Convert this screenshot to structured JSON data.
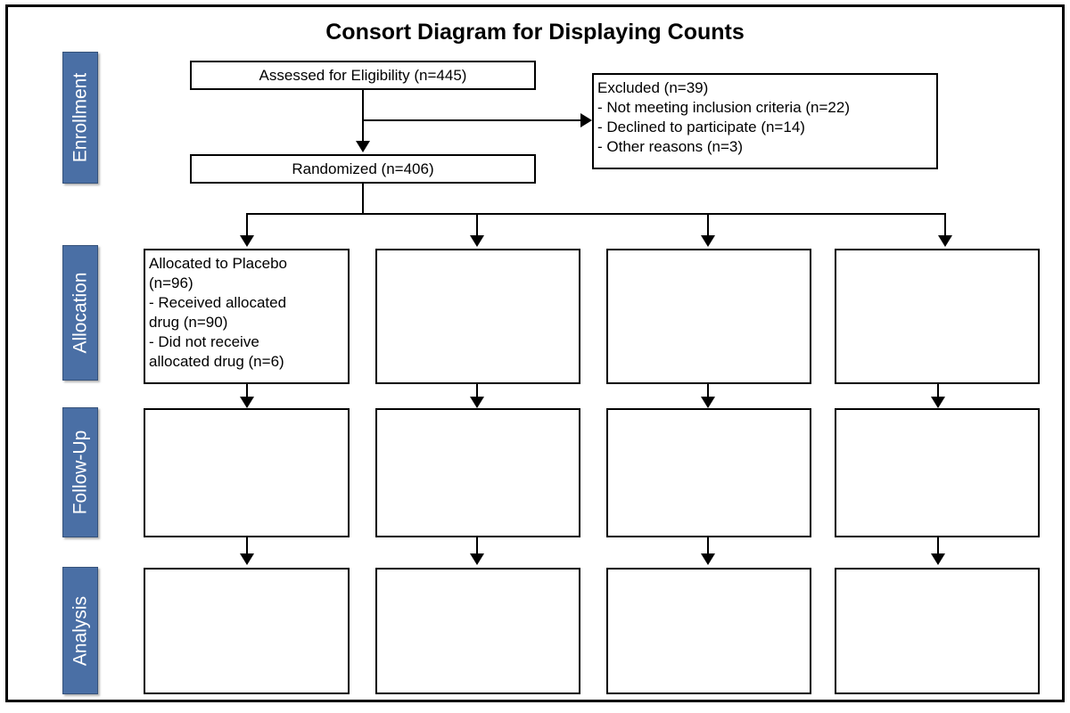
{
  "figure": {
    "title": "Consort Diagram for Displaying Counts",
    "frame_color": "#000000",
    "stage_color": "#4A6FA5",
    "box_border_color": "#000000",
    "background": "#ffffff"
  },
  "stages": [
    {
      "label": "Enrollment"
    },
    {
      "label": "Allocation"
    },
    {
      "label": "Follow-Up"
    },
    {
      "label": "Analysis"
    }
  ],
  "nodes": {
    "assessed": "Assessed for Eligibility (n=445)",
    "randomized": "Randomized (n=406)",
    "excluded": "Excluded (n=39)\n- Not meeting inclusion criteria (n=22)\n- Declined to participate (n=14)\n- Other reasons (n=3)",
    "allocation_1": "Allocated to Placebo\n (n=96)\n- Received allocated\n  drug (n=90)\n- Did not receive\n  allocated drug (n=6)",
    "allocation_2": "",
    "allocation_3": "",
    "allocation_4": "",
    "followup_1": "",
    "followup_2": "",
    "followup_3": "",
    "followup_4": "",
    "analysis_1": "",
    "analysis_2": "",
    "analysis_3": "",
    "analysis_4": ""
  },
  "chart_data": {
    "type": "diagram",
    "title": "Consort Diagram for Displaying Counts",
    "diagram_kind": "CONSORT flow diagram",
    "stages": [
      "Enrollment",
      "Allocation",
      "Follow-Up",
      "Analysis"
    ],
    "counts": {
      "assessed_for_eligibility": 445,
      "randomized": 406,
      "excluded_total": 39,
      "excluded_not_meeting_inclusion_criteria": 22,
      "excluded_declined_to_participate": 14,
      "excluded_other_reasons": 3,
      "allocated_to_placebo": 96,
      "placebo_received_allocated_drug": 90,
      "placebo_did_not_receive_allocated_drug": 6
    },
    "arms": 4,
    "filled_arms": 1,
    "empty_arms": 3
  }
}
